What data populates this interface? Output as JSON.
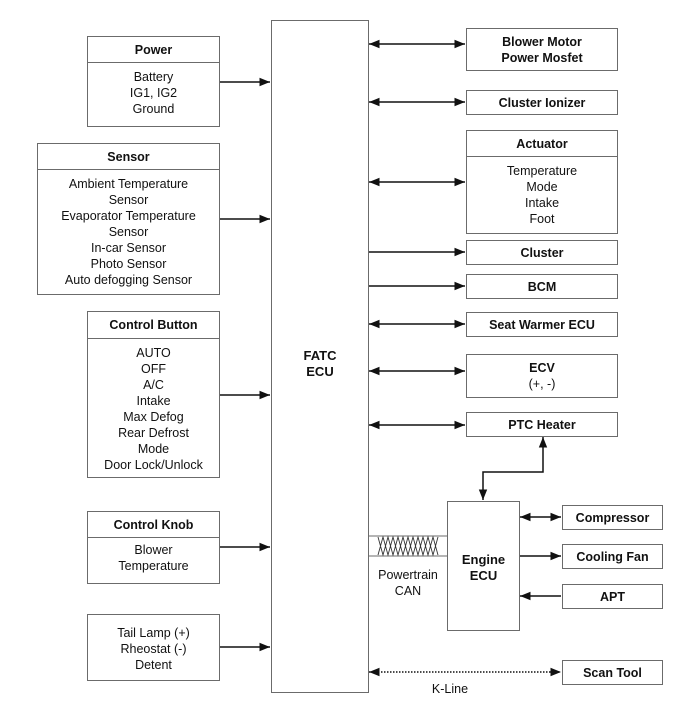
{
  "diagram": {
    "central_unit": {
      "title_line1": "FATC",
      "title_line2": "ECU"
    },
    "inputs": {
      "power": {
        "title": "Power",
        "items": [
          "Battery",
          "IG1, IG2",
          "Ground"
        ]
      },
      "sensor": {
        "title": "Sensor",
        "items": [
          "Ambient Temperature",
          "Sensor",
          "Evaporator Temperature",
          "Sensor",
          "In-car Sensor",
          "Photo Sensor",
          "Auto defogging Sensor"
        ]
      },
      "control_button": {
        "title": "Control Button",
        "items": [
          "AUTO",
          "OFF",
          "A/C",
          "Intake",
          "Max Defog",
          "Rear Defrost",
          "Mode",
          "Door Lock/Unlock"
        ]
      },
      "control_knob": {
        "title": "Control Knob",
        "items": [
          "Blower",
          "Temperature"
        ]
      },
      "tail_lamp": {
        "items": [
          "Tail Lamp (+)",
          "Rheostat (-)",
          "Detent"
        ]
      }
    },
    "outputs": {
      "blower_motor": {
        "line1": "Blower Motor",
        "line2": "Power Mosfet",
        "connection": "bidirectional"
      },
      "cluster_ionizer": {
        "label": "Cluster Ionizer",
        "connection": "bidirectional"
      },
      "actuator": {
        "title": "Actuator",
        "items": [
          "Temperature",
          "Mode",
          "Intake",
          "Foot"
        ],
        "connection": "bidirectional"
      },
      "cluster": {
        "label": "Cluster",
        "connection": "output"
      },
      "bcm": {
        "label": "BCM",
        "connection": "output"
      },
      "seat_warmer": {
        "label": "Seat Warmer ECU",
        "connection": "bidirectional"
      },
      "ecv": {
        "title": "ECV",
        "sub": "(+, -)",
        "connection": "bidirectional"
      },
      "ptc_heater": {
        "label": "PTC Heater",
        "connection": "bidirectional"
      }
    },
    "engine": {
      "title_line1": "Engine",
      "title_line2": "ECU",
      "can_label_line1": "Powertrain",
      "can_label_line2": "CAN",
      "peripherals": {
        "compressor": {
          "label": "Compressor",
          "connection": "bidirectional"
        },
        "cooling_fan": {
          "label": "Cooling Fan",
          "connection": "output"
        },
        "apt": {
          "label": "APT",
          "connection": "input"
        }
      }
    },
    "scan_tool": {
      "label": "Scan Tool",
      "link_label": "K-Line",
      "connection": "bidirectional-dotted"
    }
  }
}
